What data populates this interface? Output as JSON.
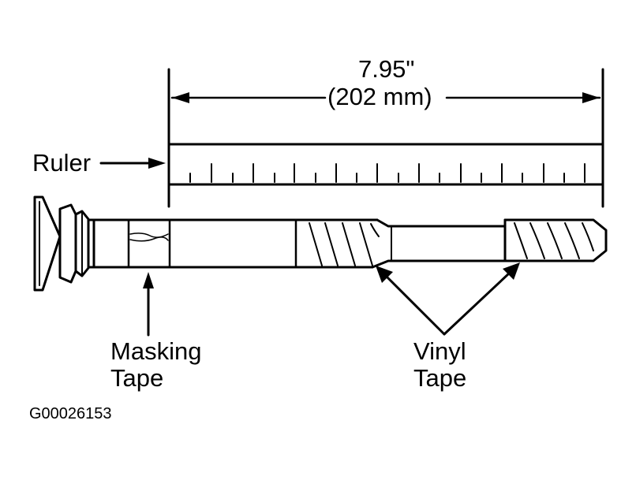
{
  "measurement": {
    "inches": "7.95\"",
    "millimeters": "(202 mm)"
  },
  "labels": {
    "ruler": "Ruler",
    "masking_tape_line1": "Masking",
    "masking_tape_line2": "Tape",
    "vinyl_tape_line1": "Vinyl",
    "vinyl_tape_line2": "Tape"
  },
  "figure_id": "G00026153",
  "colors": {
    "ink": "#000000",
    "paper": "#ffffff"
  }
}
